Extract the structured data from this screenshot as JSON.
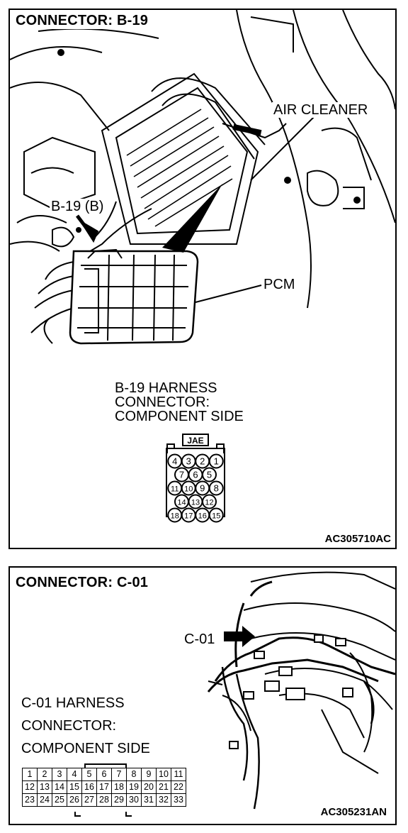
{
  "panel1": {
    "title": "CONNECTOR: B-19",
    "labels": {
      "air_cleaner": "AIR CLEANER",
      "connector_ref": "B-19 (B)",
      "pcm": "PCM"
    },
    "harness": {
      "line1": "B-19 HARNESS",
      "line2": "CONNECTOR:",
      "line3": "COMPONENT SIDE"
    },
    "connector": {
      "tag": "JAE",
      "rows": [
        [
          "4",
          "3",
          "2",
          "1"
        ],
        [
          "7",
          "6",
          "5"
        ],
        [
          "11",
          "10",
          "9",
          "8"
        ],
        [
          "14",
          "13",
          "12"
        ],
        [
          "18",
          "17",
          "16",
          "15"
        ]
      ]
    },
    "code": "AC305710AC"
  },
  "panel2": {
    "title": "CONNECTOR: C-01",
    "labels": {
      "connector_ref": "C-01"
    },
    "harness": {
      "line1": "C-01 HARNESS",
      "line2": "CONNECTOR:",
      "line3": "COMPONENT SIDE"
    },
    "connector": {
      "rows": [
        [
          "1",
          "2",
          "3",
          "4",
          "5",
          "6",
          "7",
          "8",
          "9",
          "10",
          "11"
        ],
        [
          "12",
          "13",
          "14",
          "15",
          "16",
          "17",
          "18",
          "19",
          "20",
          "21",
          "22"
        ],
        [
          "23",
          "24",
          "25",
          "26",
          "27",
          "28",
          "29",
          "30",
          "31",
          "32",
          "33"
        ]
      ]
    },
    "code": "AC305231AN"
  }
}
